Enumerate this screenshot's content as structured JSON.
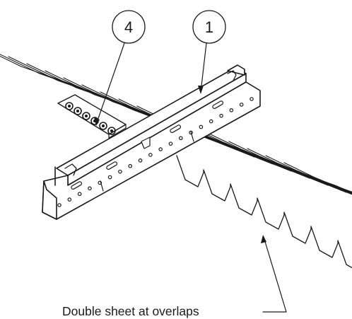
{
  "callouts": [
    {
      "id": "callout-4",
      "label": "4"
    },
    {
      "id": "callout-1",
      "label": "1"
    }
  ],
  "caption": "Double sheet at overlaps",
  "colors": {
    "ink": "#1a1a1a",
    "background": "#ffffff"
  }
}
